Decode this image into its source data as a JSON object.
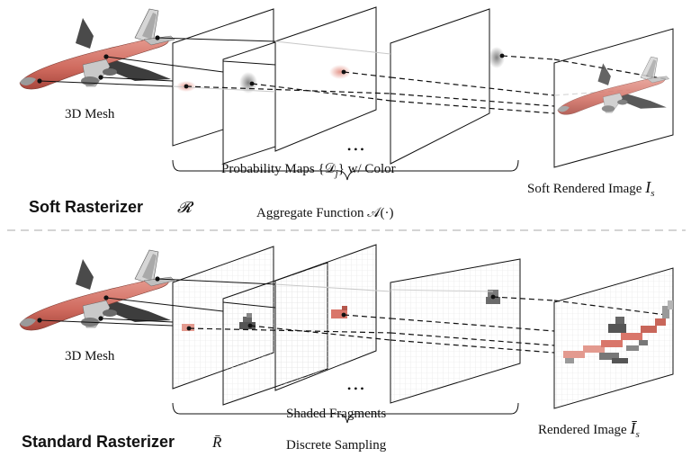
{
  "soft": {
    "title": "Soft Rasterizer",
    "title_symbol": "𝓡",
    "mesh_label": "3D Mesh",
    "maps_label": "Probability Maps {𝒟",
    "maps_sub": "j",
    "maps_suffix": "} w/ Color",
    "aggregate_label": "Aggregate Function 𝒜(·)",
    "output_label": "Soft Rendered Image ",
    "output_symbol": "I",
    "output_sub": "s",
    "ellipsis": "• • •"
  },
  "standard": {
    "title": "Standard Rasterizer",
    "title_symbol": "R̄",
    "mesh_label": "3D Mesh",
    "fragments_label": "Shaded Fragments",
    "sampling_label": "Discrete Sampling",
    "output_label": "Rendered Image ",
    "output_symbol": "Ī",
    "output_sub": "s",
    "ellipsis": "• • •"
  },
  "colors": {
    "plane_body": "#d9766a",
    "plane_dark": "#3a3a3a",
    "plane_gray": "#8a8a8a",
    "fragment_pink": "#e8a59b",
    "fragment_dark": "#555555",
    "divider": "#bbbbbb"
  }
}
